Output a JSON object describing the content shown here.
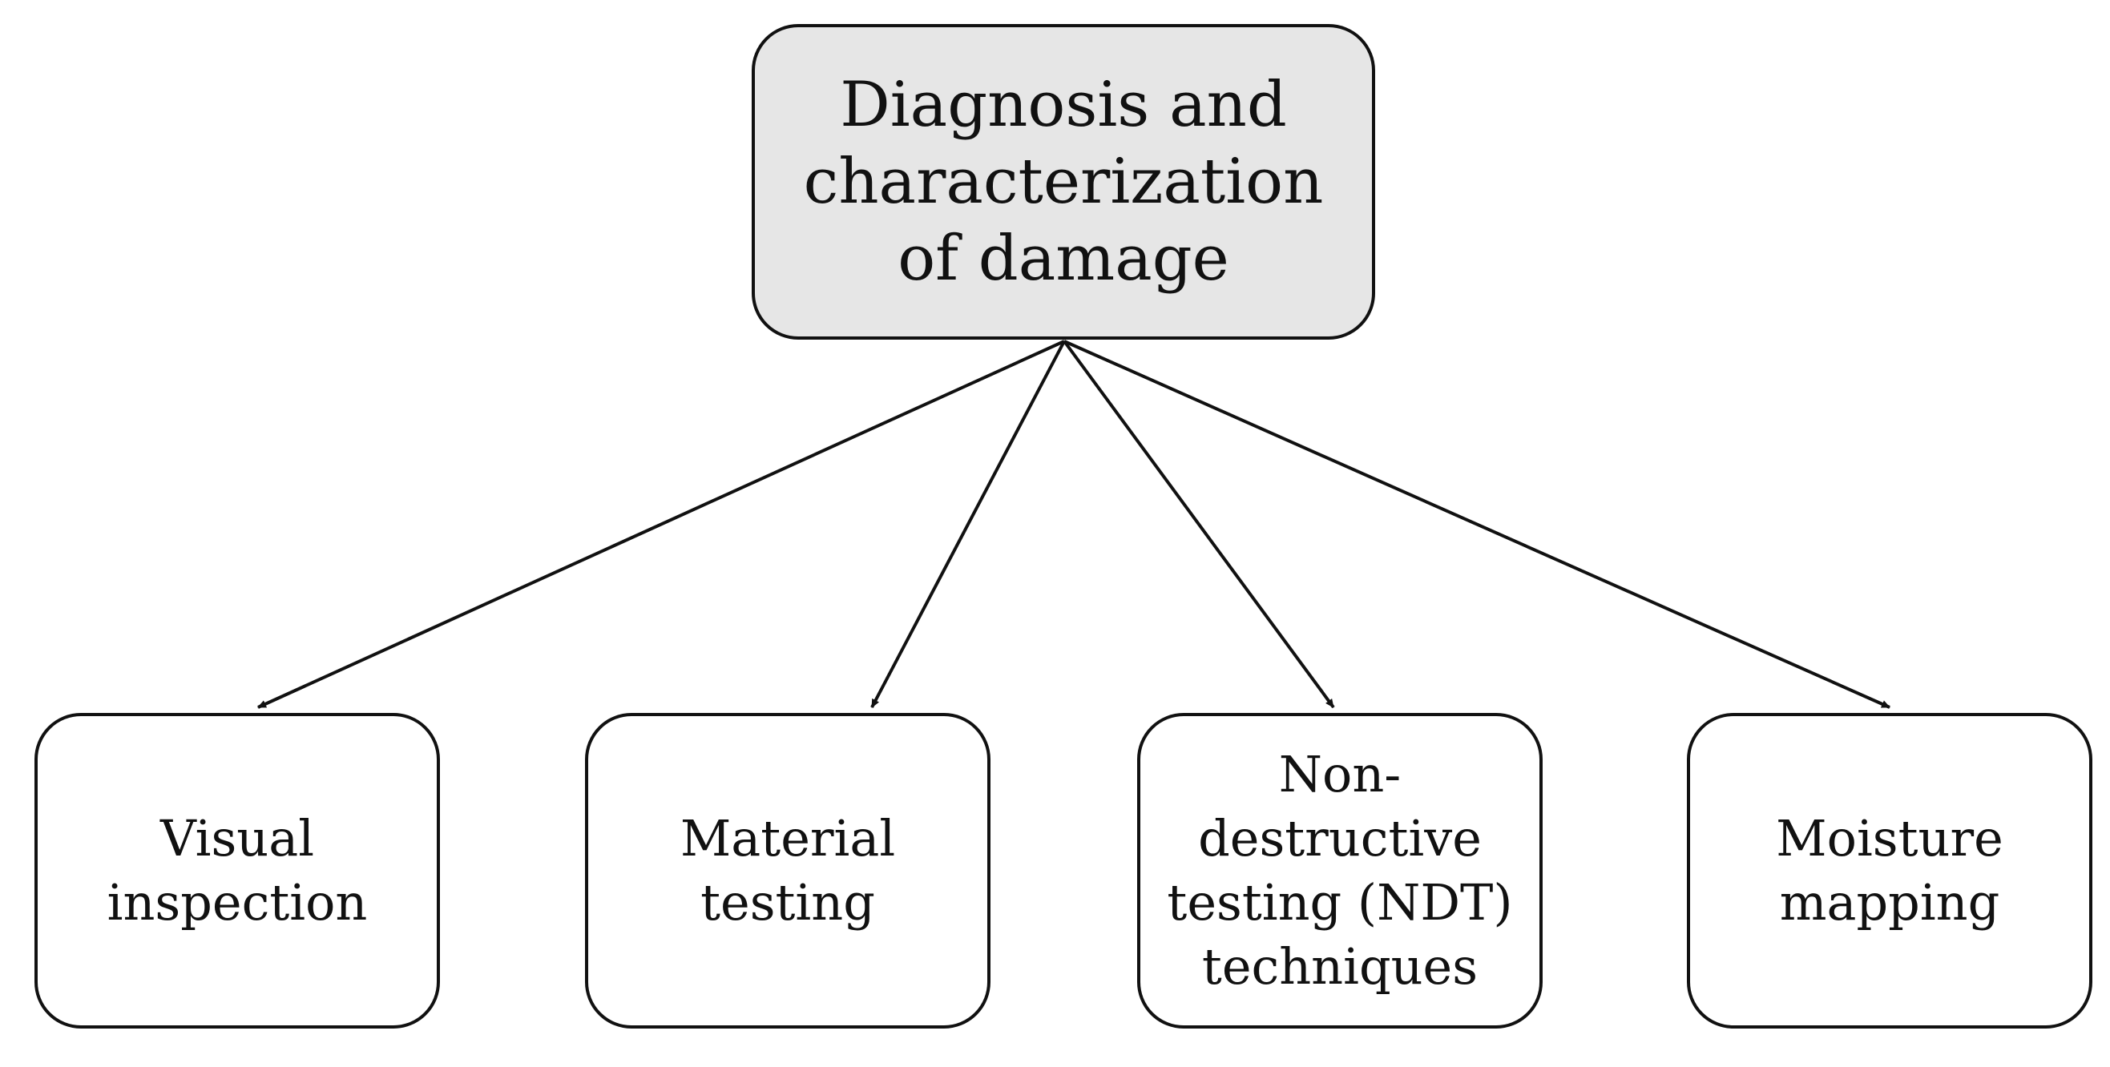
{
  "diagram": {
    "root": {
      "label": "Diagnosis and\ncharacterization\nof damage",
      "fill_color": "#e6e6e6"
    },
    "children": [
      {
        "label": "Visual\ninspection"
      },
      {
        "label": "Material\ntesting"
      },
      {
        "label": "Non-destructive\ntesting (NDT)\ntechniques"
      },
      {
        "label": "Moisture\nmapping"
      }
    ],
    "line_color": "#111111"
  }
}
